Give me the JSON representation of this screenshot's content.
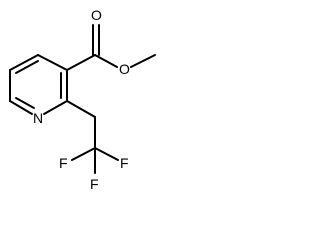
{
  "molecule": {
    "atoms": {
      "ester_carbonyl_oxygen": "O",
      "ester_alkoxy_oxygen": "O",
      "ring_nitrogen": "N",
      "fluorine_1": "F",
      "fluorine_2": "F",
      "fluorine_3": "F"
    }
  }
}
